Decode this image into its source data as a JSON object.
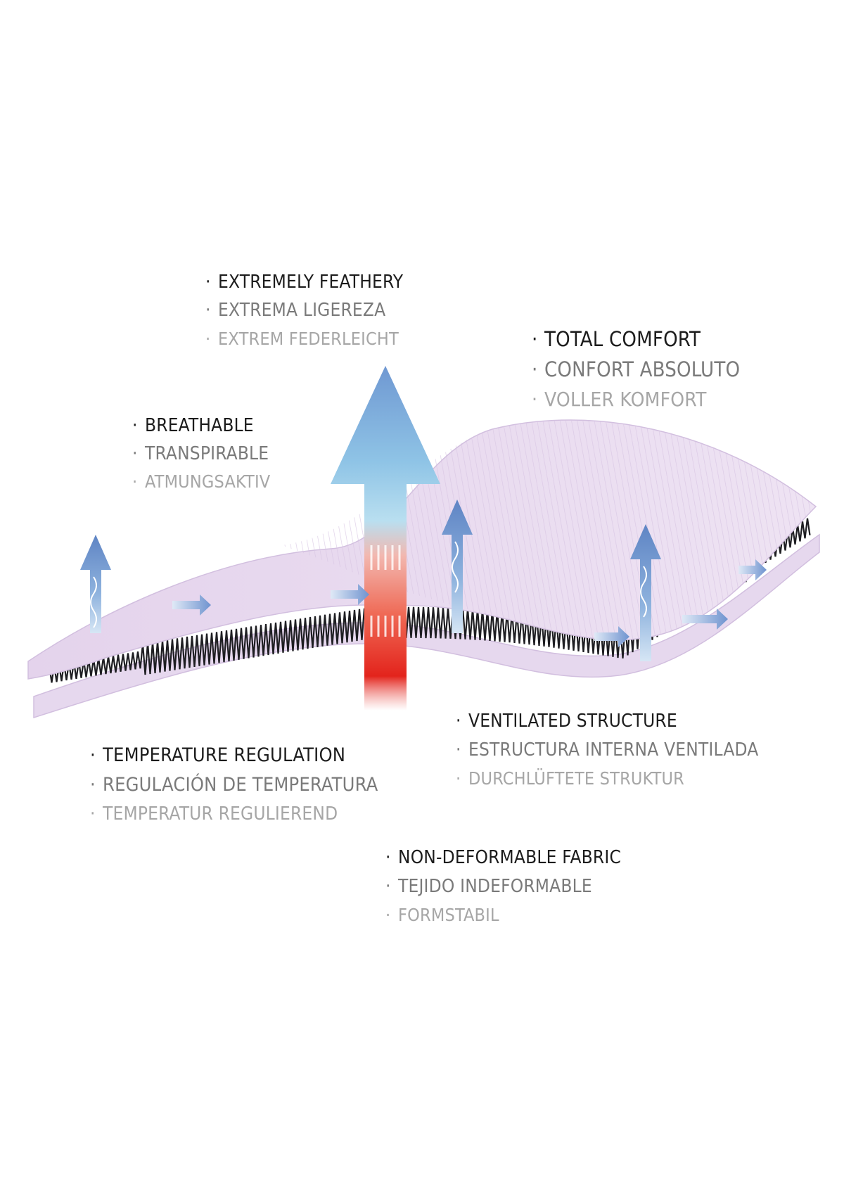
{
  "colors": {
    "fabric_top": "#e9dcf0",
    "fabric_edge": "#d9c6e4",
    "spring": "#1e1e22",
    "arrow_cool": "#7aa6d8",
    "arrow_warm": "#e8382d",
    "text_primary": "#1c1c1c",
    "text_secondary": "#7a7a7a",
    "text_tertiary": "#a6a6a6"
  },
  "icons": {
    "bullet": "·",
    "vertical_arrow": "up-arrow-icon",
    "side_arrow": "right-arrow-icon"
  },
  "labels": {
    "feathery": {
      "en": "EXTREMELY FEATHERY",
      "es": "EXTREMA LIGEREZA",
      "de": "EXTREM FEDERLEICHT"
    },
    "comfort": {
      "en": "TOTAL COMFORT",
      "es": "CONFORT ABSOLUTO",
      "de": "VOLLER KOMFORT"
    },
    "breathable": {
      "en": "BREATHABLE",
      "es": "TRANSPIRABLE",
      "de": "ATMUNGSAKTIV"
    },
    "ventilated": {
      "en": "VENTILATED STRUCTURE",
      "es": "ESTRUCTURA INTERNA VENTILADA",
      "de": "DURCHLÜFTETE STRUKTUR"
    },
    "temperature": {
      "en": "TEMPERATURE REGULATION",
      "es": "REGULACIÓN DE TEMPERATURA",
      "de": "TEMPERATUR REGULIEREND"
    },
    "fabric": {
      "en": "NON-DEFORMABLE FABRIC",
      "es": "TEJIDO INDEFORMABLE",
      "de": "FORMSTABIL"
    }
  }
}
